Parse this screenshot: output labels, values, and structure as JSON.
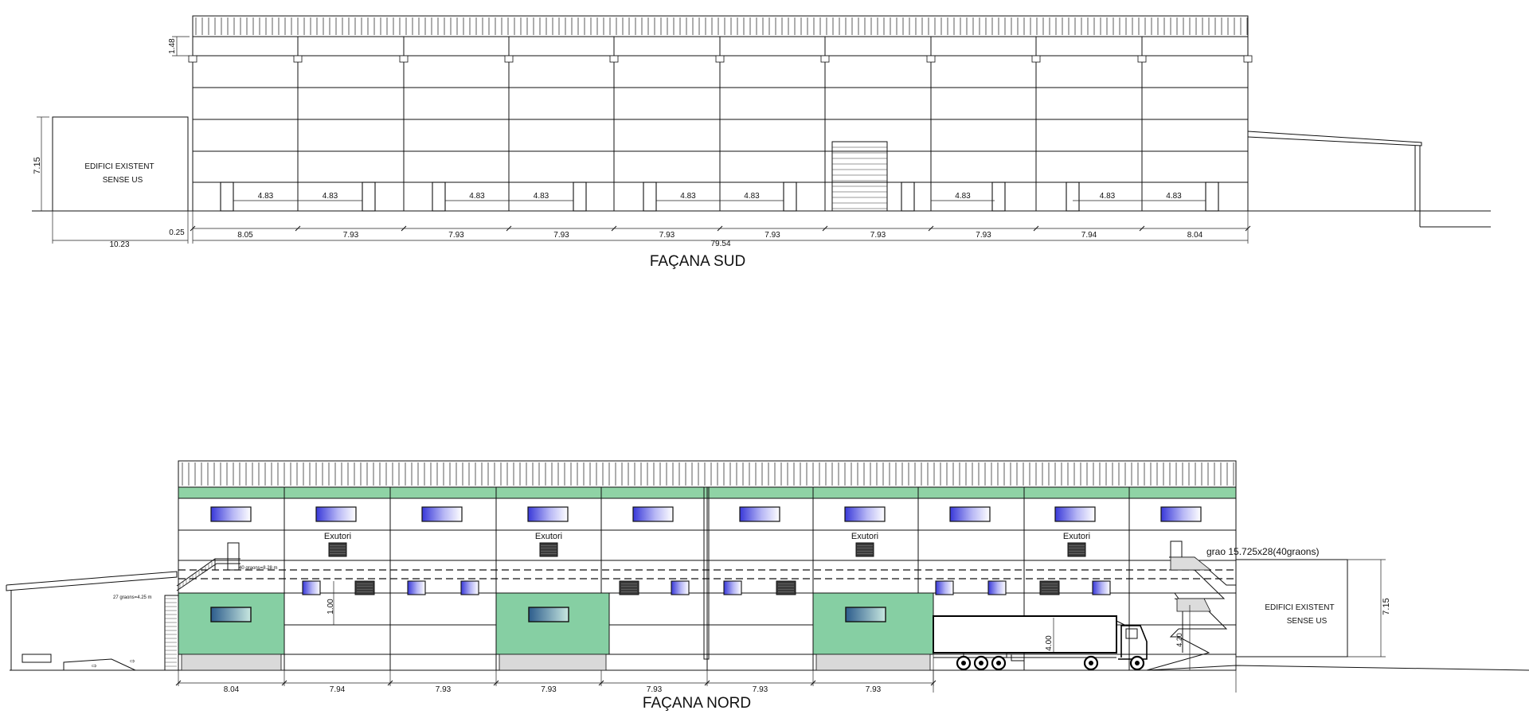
{
  "south": {
    "title": "FAÇANA SUD",
    "existing_building": [
      "EDIFICI EXISTENT",
      "SENSE US"
    ],
    "height_label": "7.15",
    "parapet_label": "1.48",
    "existing_width": "10.23",
    "gap_label": "0.25",
    "total_length": "79.54",
    "bay_widths": [
      "8.05",
      "7.93",
      "7.93",
      "7.93",
      "7.93",
      "7.93",
      "7.93",
      "7.93",
      "7.94",
      "8.04"
    ],
    "door_spacing": "4.83"
  },
  "north": {
    "title": "FAÇANA NORD",
    "existing_building": [
      "EDIFICI EXISTENT",
      "SENSE US"
    ],
    "height_label": "7.15",
    "exutori_label": "Exutori",
    "stair_label": "grao  15.725x28(40graons)",
    "stair_note_top": "40 graons=8.28 m",
    "stair_note_left": "27 graons=4.25 m",
    "window_height": "1.00",
    "truck_height": "4.00",
    "stair_height": "4.20",
    "bay_widths": [
      "8.04",
      "7.94",
      "7.93",
      "7.93",
      "7.93",
      "7.93",
      "7.93"
    ]
  },
  "colors": {
    "line": "#111111",
    "green": "#86cfa3",
    "green_band": "#8fd3a5",
    "window_blue": "#9b9bf0",
    "grey_base": "#d9d9d9",
    "vent_dark": "#3a3a3a"
  }
}
